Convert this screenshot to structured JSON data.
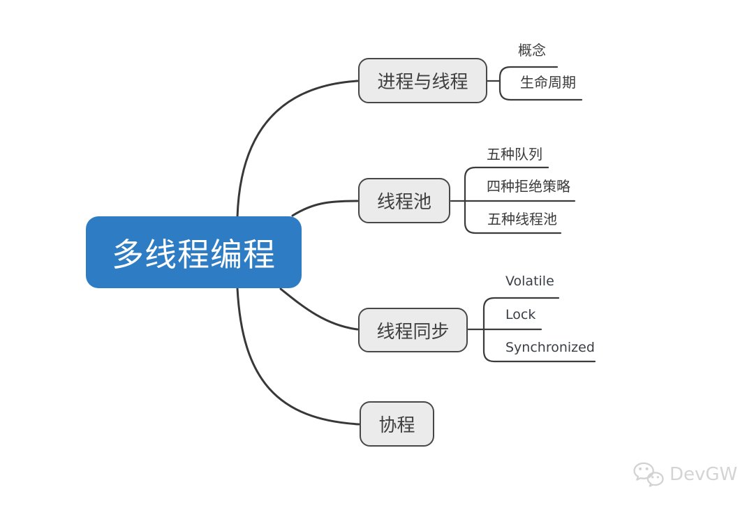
{
  "mindmap": {
    "root": {
      "label": "多线程编程"
    },
    "branches": [
      {
        "label": "进程与线程",
        "children": [
          {
            "label": "概念"
          },
          {
            "label": "生命周期"
          }
        ]
      },
      {
        "label": "线程池",
        "children": [
          {
            "label": "五种队列"
          },
          {
            "label": "四种拒绝策略"
          },
          {
            "label": "五种线程池"
          }
        ]
      },
      {
        "label": "线程同步",
        "children": [
          {
            "label": "Volatile"
          },
          {
            "label": "Lock"
          },
          {
            "label": "Synchronized"
          }
        ]
      },
      {
        "label": "协程",
        "children": []
      }
    ]
  },
  "watermark": {
    "label": "DevGW",
    "icon": "wechat-icon"
  },
  "colors": {
    "root_fill": "#2e7cc3",
    "root_text": "#ffffff",
    "node_fill": "#ebebeb",
    "node_border": "#474747",
    "node_text": "#3f3f3f",
    "connector_line": "#3b3b3b",
    "watermark_text": "#d4d4d4",
    "background": "#ffffff"
  }
}
